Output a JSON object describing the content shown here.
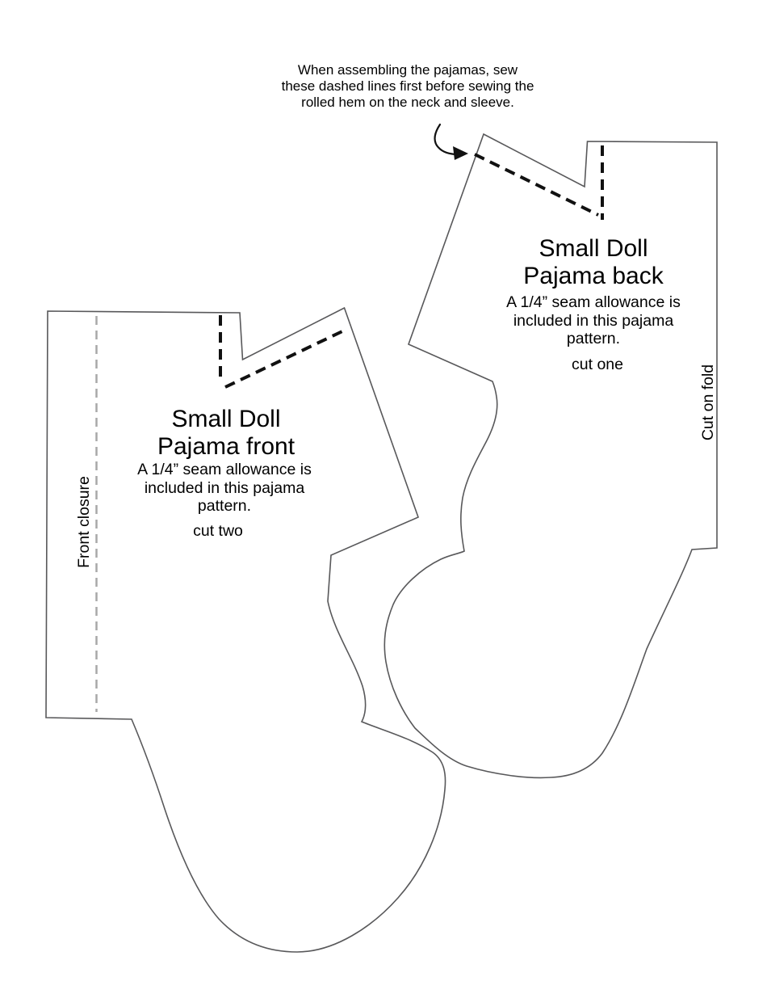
{
  "document": {
    "type": "sewing-pattern-sheet",
    "background_color": "#ffffff"
  },
  "annotation": {
    "lines": [
      "When assembling the pajamas, sew",
      "these dashed lines first before sewing the",
      "rolled hem on the neck and sleeve."
    ]
  },
  "back_piece": {
    "title_line1": "Small Doll",
    "title_line2": "Pajama back",
    "body_lines": [
      "A 1/4” seam allowance is",
      "included in this pajama",
      "pattern."
    ],
    "cut_label": "cut one",
    "fold_label": "Cut on fold"
  },
  "front_piece": {
    "title_line1": "Small Doll",
    "title_line2": "Pajama front",
    "body_lines": [
      "A 1/4” seam allowance is",
      "included in this pajama",
      "pattern."
    ],
    "cut_label": "cut two",
    "fold_label": "Front closure"
  },
  "colors": {
    "outline": "#58585a",
    "seam_dash": "#111111",
    "closure_dash": "#a8a8a8",
    "arrow": "#111111",
    "text": "#000000"
  }
}
